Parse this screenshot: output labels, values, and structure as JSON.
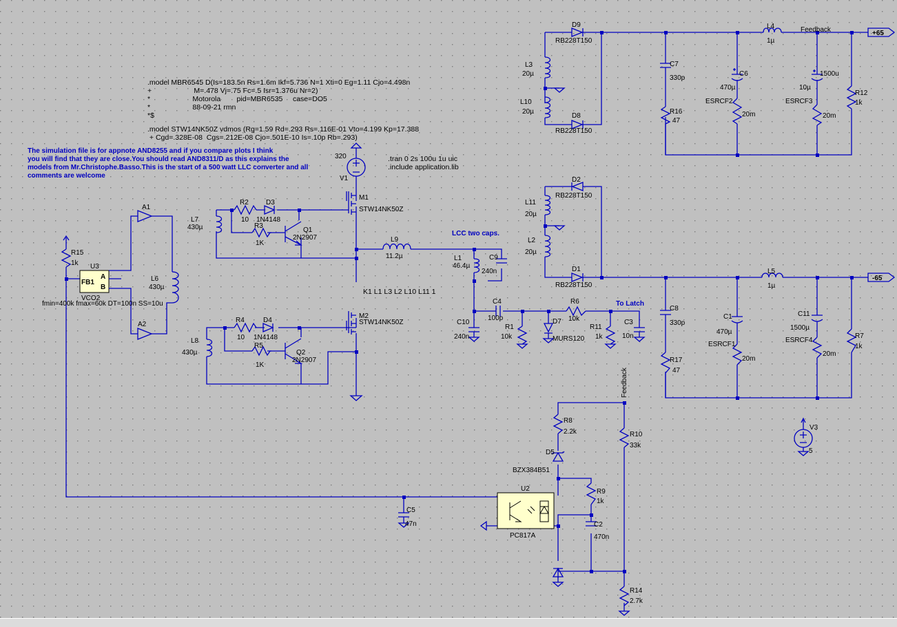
{
  "colors": {
    "background": "#c0c0c0",
    "wire": "#0000c0",
    "text": "#000000",
    "comment": "#0000c0",
    "component_fill": "#ffffcc"
  },
  "spice": {
    "mbr_lines": [
      ".model MBR6545  D(Is=183.5n Rs=1.6m Ikf=5.736 N=1 Xti=0 Eg=1.11 Cjo=4.498n",
      "+                     M=.478 Vj=.75 Fc=.5 Isr=1.376u Nr=2)",
      "*                     Motorola        pid=MBR6535     case=DO5",
      "*                     88-09-21 rmn",
      "*$"
    ],
    "stw_lines": [
      ".model STW14NK50Z  vdmos (Rg=1.59 Rd=.293 Rs=.116E-01 Vto=4.199 Kp=17.388",
      " + Cgd=.328E-08  Cgs=.212E-08 Cjo=.501E-10 Is=.10p Rb=.293)"
    ],
    "tran": ".tran 0 2s 100u 1u uic",
    "include": ".include application.lib",
    "coupling": "K1 L1 L3 L2 L10 L11 1"
  },
  "comment_lines": [
    "The simulation file is for appnote AND8255 and if you compare plots I think",
    "you will find that they are close.You should read AND8311/D as this explains the",
    "models from Mr.Christophe.Basso.This is the start of a 500 watt LLC converter and all",
    "comments are welcome"
  ],
  "lcc_note": "LCC two caps.",
  "labels": {
    "v1_name": "V1",
    "v1_value": "320",
    "m1_name": "M1",
    "m1_model": "STW14NK50Z",
    "m2_name": "M2",
    "m2_model": "STW14NK50Z",
    "r2_name": "R2",
    "r2_value": "10",
    "d3_name": "D3",
    "d3_model": "1N4148",
    "r3_name": "R3",
    "r3_value": "1K",
    "q1_name": "Q1",
    "q1_model": "2N2907",
    "l7_name": "L7",
    "l7_value": "430µ",
    "r4_name": "R4",
    "r4_value": "10",
    "d4_name": "D4",
    "d4_model": "1N4148",
    "r5_name": "R5",
    "r5_value": "1K",
    "q2_name": "Q2",
    "q2_model": "2N2907",
    "l8_name": "L8",
    "l8_value": "430µ",
    "a1_name": "A1",
    "a2_name": "A2",
    "l6_name": "L6",
    "l6_value": "430µ",
    "r15_name": "R15",
    "r15_value": "1k",
    "u3_name": "U3",
    "u3_pin_fb": "FB1",
    "u3_pin_a": "A",
    "u3_pin_b": "B",
    "u3_model": "VCO2",
    "u3_params": "fmin=400k fmax=60k DT=100n SS=10u",
    "l9_name": "L9",
    "l9_value": "11.2µ",
    "l1_name": "L1",
    "l1_value": "46.4µ",
    "c9_name": "C9",
    "c9_value": "240n",
    "c10_name": "C10",
    "c10_value": "240n",
    "c4_name": "C4",
    "c4_value": "100p",
    "r1_name": "R1",
    "r1_value": "10k",
    "d7_name": "D7",
    "d7_model": "MURS120",
    "r6_name": "R6",
    "r6_value": "10k",
    "r11_name": "R11",
    "r11_value": "1k",
    "c3_name": "C3",
    "c3_value": "10n",
    "to_latch": "To Latch",
    "d9_name": "D9",
    "d9_model": "RB228T150",
    "d8_name": "D8",
    "d8_model": "RB228T150",
    "l3_name": "L3",
    "l3_value": "20µ",
    "l10_name": "L10",
    "l10_value": "20µ",
    "c7_name": "C7",
    "c7_value": "330p",
    "r16_name": "R16",
    "r16_value": "47",
    "c6_name": "C6",
    "c6_value": "470µ",
    "esrcf2_name": "ESRCF2",
    "esrcf2_value": "20m",
    "l4_name": "L4",
    "l4_value": "1µ",
    "feedback_top": "Feedback",
    "c_1500_top_value": "1500u",
    "c_10u_value": "10µ",
    "esrcf3_name": "ESRCF3",
    "esrcf3_value": "20m",
    "r12_name": "R12",
    "r12_value": "1k",
    "out_p65": "+65",
    "d2_name": "D2",
    "d2_model": "RB228T150",
    "d1_name": "D1",
    "d1_model": "RB228T150",
    "l11_name": "L11",
    "l11_value": "20µ",
    "l2_name": "L2",
    "l2_value": "20µ",
    "c8_name": "C8",
    "c8_value": "330p",
    "r17_name": "R17",
    "r17_value": "47",
    "c1_name": "C1",
    "c1_value": "470µ",
    "esrcf1_name": "ESRCF1",
    "esrcf1_value": "20m",
    "l5_name": "L5",
    "l5_value": "1µ",
    "c11_name": "C11",
    "c11_value": "1500µ",
    "esrcf4_name": "ESRCF4",
    "esrcf4_value": "20m",
    "r7_name": "R7",
    "r7_value": "1k",
    "out_m65": "-65",
    "feedback_vert": "Feedback",
    "r8_name": "R8",
    "r8_value": "2.2k",
    "d5_name": "D5",
    "d5_model": "BZX384B51",
    "r10_name": "R10",
    "r10_value": "33k",
    "u2_name": "U2",
    "u2_model": "PC817A",
    "r9_name": "R9",
    "r9_value": "1k",
    "c2_name": "C2",
    "c2_value": "470n",
    "c5_name": "C5",
    "c5_value": "47n",
    "r14_name": "R14",
    "r14_value": "2.7k",
    "v3_name": "V3",
    "v3_value": "5"
  }
}
